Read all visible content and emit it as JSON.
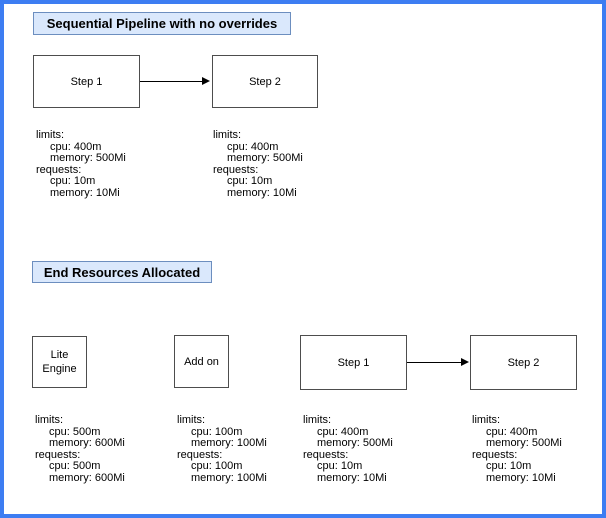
{
  "diagram": {
    "border_color": "#3d7df2",
    "title_fill": "#dae8fc",
    "title_border": "#6c8ebf",
    "node_border": "#4d4d4d"
  },
  "sections": [
    {
      "title": "Sequential Pipeline with no overrides",
      "nodes": [
        {
          "label": "Step 1",
          "resource_lines": [
            "limits:",
            "cpu: 400m",
            "memory: 500Mi",
            "requests:",
            "cpu: 10m",
            "memory: 10Mi"
          ]
        },
        {
          "label": "Step 2",
          "resource_lines": [
            "limits:",
            "cpu: 400m",
            "memory: 500Mi",
            "requests:",
            "cpu: 10m",
            "memory: 10Mi"
          ]
        }
      ]
    },
    {
      "title": "End Resources Allocated",
      "nodes": [
        {
          "label": "Lite Engine",
          "resource_lines": [
            "limits:",
            "cpu: 500m",
            "memory: 600Mi",
            "requests:",
            "cpu: 500m",
            "memory: 600Mi"
          ]
        },
        {
          "label": "Add on",
          "resource_lines": [
            "limits:",
            "cpu: 100m",
            "memory: 100Mi",
            "requests:",
            "cpu: 100m",
            "memory: 100Mi"
          ]
        },
        {
          "label": "Step 1",
          "resource_lines": [
            "limits:",
            "cpu: 400m",
            "memory: 500Mi",
            "requests:",
            "cpu: 10m",
            "memory: 10Mi"
          ]
        },
        {
          "label": "Step 2",
          "resource_lines": [
            "limits:",
            "cpu: 400m",
            "memory: 500Mi",
            "requests:",
            "cpu: 10m",
            "memory: 10Mi"
          ]
        }
      ]
    }
  ]
}
